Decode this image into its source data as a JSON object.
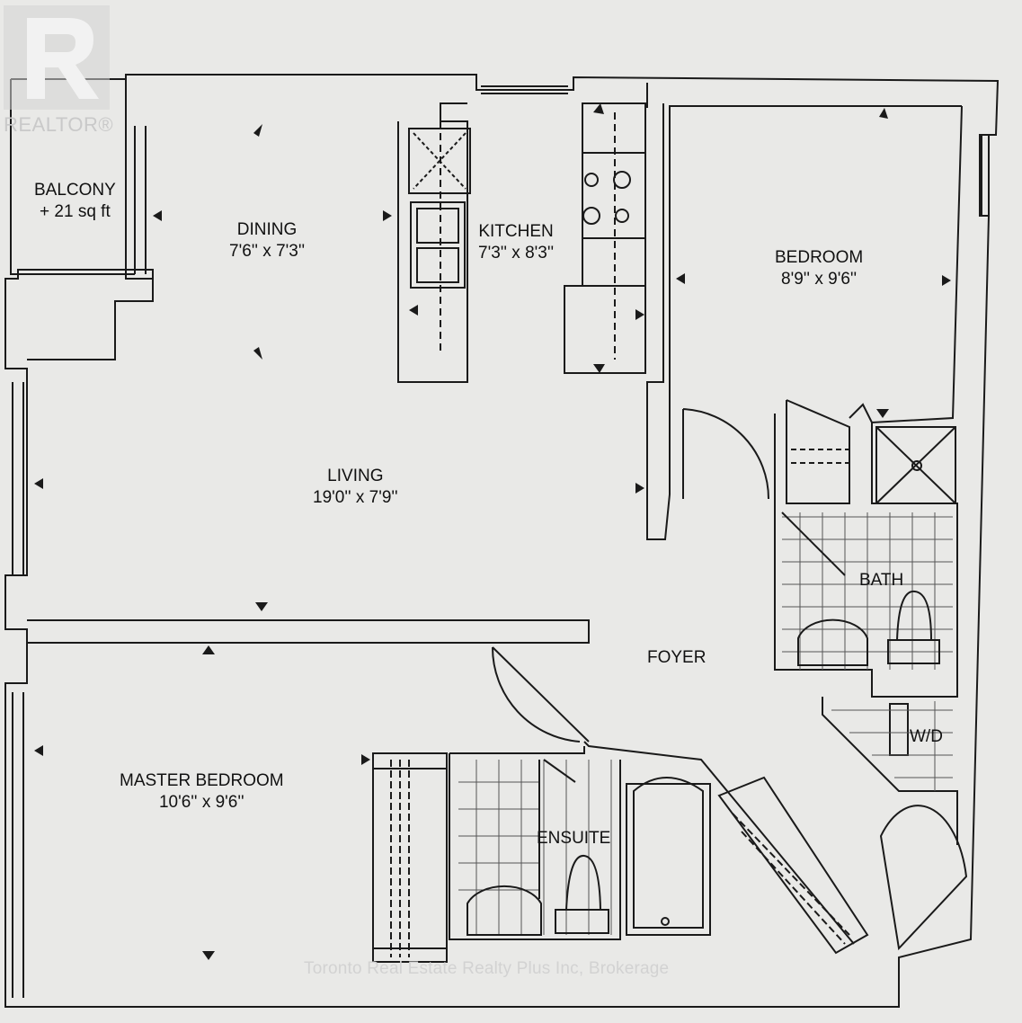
{
  "brand": {
    "logo_text": "REALTOR®",
    "credit": "Toronto Real Estate Realty Plus Inc, Brokerage"
  },
  "rooms": {
    "balcony": {
      "name": "BALCONY",
      "dims": "+ 21 sq ft"
    },
    "dining": {
      "name": "DINING",
      "dims": "7'6'' x 7'3''"
    },
    "kitchen": {
      "name": "KITCHEN",
      "dims": "7'3'' x 8'3''"
    },
    "bedroom": {
      "name": "BEDROOM",
      "dims": "8'9'' x 9'6''"
    },
    "living": {
      "name": "LIVING",
      "dims": "19'0'' x 7'9''"
    },
    "bath": {
      "name": "BATH"
    },
    "foyer": {
      "name": "FOYER"
    },
    "wd": {
      "name": "W/D"
    },
    "master": {
      "name": "MASTER BEDROOM",
      "dims": "10'6'' x 9'6''"
    },
    "ensuite": {
      "name": "ENSUITE"
    }
  },
  "colors": {
    "wall": "#1a1a1a",
    "background": "#e9e9e7",
    "watermark": "#c9c9c9"
  }
}
